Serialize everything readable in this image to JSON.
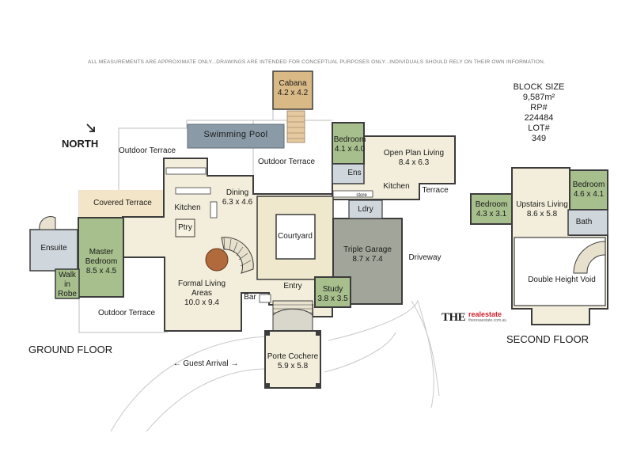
{
  "disclaimer": "ALL MEASUREMENTS ARE APPROXIMATE ONLY...DRAWINGS ARE INTENDED FOR CONCEPTUAL PURPOSES ONLY...INDIVIDUALS SHOULD RELY ON THEIR OWN INFORMATION.",
  "north_label": "NORTH",
  "floors": {
    "ground": "GROUND FLOOR",
    "second": "SECOND FLOOR"
  },
  "info": {
    "block_size_label": "BLOCK SIZE",
    "block_size_value": "9,587m²",
    "rp_label": "RP#",
    "rp_value": "224484",
    "lot_label": "LOT#",
    "lot_value": "349"
  },
  "rooms": {
    "cabana": {
      "name": "Cabana",
      "size": "4.2 x 4.2"
    },
    "pool": {
      "name": "Swimming Pool"
    },
    "outdoor_terrace_top_left": {
      "name": "Outdoor Terrace"
    },
    "outdoor_terrace_top": {
      "name": "Outdoor Terrace"
    },
    "bedroom_ground": {
      "name": "Bedroom",
      "size": "4.1 x 4.0"
    },
    "ens": {
      "name": "Ens"
    },
    "open_plan": {
      "name": "Open Plan Living",
      "size": "8.4 x 6.3"
    },
    "kitchen_right": {
      "name": "Kitchen"
    },
    "store": {
      "name": "store"
    },
    "terrace_right": {
      "name": "Terrace"
    },
    "ldry": {
      "name": "Ldry"
    },
    "covered_terrace": {
      "name": "Covered Terrace"
    },
    "kitchen_main": {
      "name": "Kitchen"
    },
    "dining": {
      "name": "Dining",
      "size": "6.3 x 4.6"
    },
    "ptry": {
      "name": "Ptry"
    },
    "courtyard": {
      "name": "Courtyard"
    },
    "garage": {
      "name": "Triple Garage",
      "size": "8.7 x 7.4"
    },
    "driveway": {
      "name": "Driveway"
    },
    "ensuite": {
      "name": "Ensuite"
    },
    "master": {
      "name": "Master Bedroom",
      "size": "8.5 x 4.5"
    },
    "wir": {
      "name": "Walk in Robe"
    },
    "formal": {
      "name": "Formal Living Areas",
      "size": "10.0 x 9.4"
    },
    "bar": {
      "name": "Bar"
    },
    "entry": {
      "name": "Entry"
    },
    "study": {
      "name": "Study",
      "size": "3.8 x 3.5"
    },
    "outdoor_terrace_bottom": {
      "name": "Outdoor Terrace"
    },
    "porte": {
      "name": "Porte Cochere",
      "size": "5.9 x 5.8"
    },
    "guest_arrival": "← Guest Arrival →",
    "bed_up_left": {
      "name": "Bedroom",
      "size": "4.3 x 3.1"
    },
    "upstairs": {
      "name": "Upstairs Living",
      "size": "8.6 x 5.8"
    },
    "bed_up_right": {
      "name": "Bedroom",
      "size": "4.6 x 4.1"
    },
    "bath": {
      "name": "Bath"
    },
    "void": {
      "name": "Double Height Void"
    }
  },
  "brand": {
    "the": "THE",
    "name": "realestate",
    "url": "theresaestate.com.au"
  },
  "colors": {
    "floor_cream": "#f3eedb",
    "wall": "#3c3c3c",
    "green": "#a6bf8c",
    "cabana": "#d9b985",
    "garage": "#a2a69a",
    "pool": "#8a9aa6",
    "terrace": "#f4ecd3",
    "wet": "#cfd6dc",
    "grass_line": "#b7b7b7"
  }
}
